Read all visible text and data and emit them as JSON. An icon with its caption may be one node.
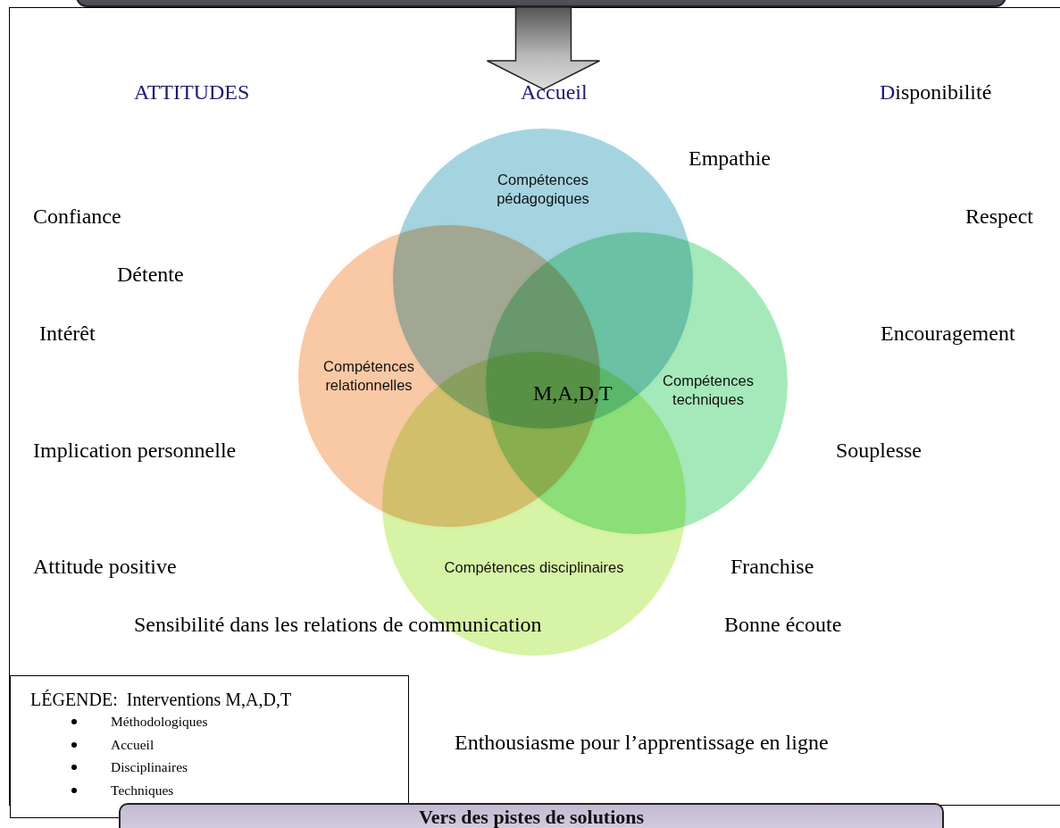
{
  "diagram": {
    "nodes": [
      {
        "text": [],
        "shape": "box"
      },
      {
        "text": [],
        "shape": "box"
      },
      {
        "text": [
          "Compétences pédagogiques"
        ],
        "in": 1
      },
      {
        "text": [
          "Compétences relationnelles"
        ],
        "in": 1
      },
      {
        "text": [
          "Compétences techniques"
        ],
        "in": 1
      },
      {
        "text": [
          "Compétences disciplinaires"
        ],
        "in": 1
      },
      {
        "text": [
          "LÉGENDE:  Interventions M,A,D,T",
          "Méthodologiques",
          "Accueil",
          "Disciplinaires",
          "Techniques"
        ],
        "in": 1
      },
      {
        "text": [
          "Vers des pistes de solutions"
        ]
      }
    ],
    "edges": [
      {
        "from": 0,
        "to": 1,
        "arrow": "to",
        "style": "thick"
      }
    ],
    "labels": [
      "ATTITUDES",
      "Accueil",
      "Disponibilité",
      "Empathie",
      "Confiance",
      "Respect",
      "Détente",
      "Intérêt",
      "Encouragement",
      "M,A,D,T",
      "Implication personnelle",
      "Souplesse",
      "Attitude positive",
      "Franchise",
      "Sensibilité dans les relations de communication",
      "Bonne écoute",
      "Enthousiasme pour l’apprentissage en ligne"
    ]
  }
}
